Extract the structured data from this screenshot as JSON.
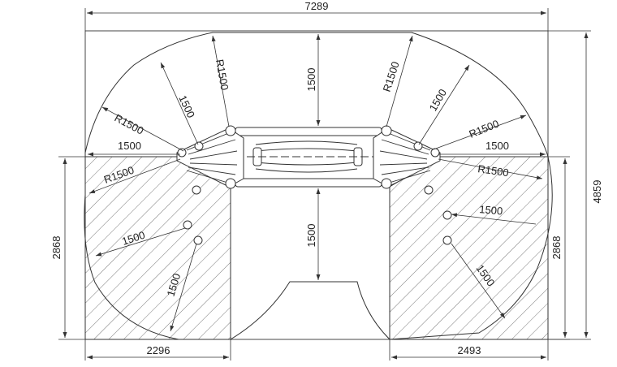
{
  "dimensions": {
    "overall_width": "7289",
    "overall_height": "4859",
    "left_height": "2868",
    "right_height": "2868",
    "left_zone_width": "2296",
    "right_zone_width": "2493"
  },
  "radius_labels": {
    "left_outer": "R1500",
    "left_top": "R1500",
    "left_lower": "R1500",
    "right_top": "R1500",
    "right_outer": "R1500",
    "right_lower": "R1500"
  },
  "distance_labels": {
    "top_center": "1500",
    "bottom_center": "1500",
    "left_diag": "1500",
    "left_horizontal": "1500",
    "left_post_1": "1500",
    "left_post_2": "1500",
    "right_diag": "1500",
    "right_horizontal": "1500",
    "right_post_1": "1500",
    "right_post_2": "1500"
  }
}
